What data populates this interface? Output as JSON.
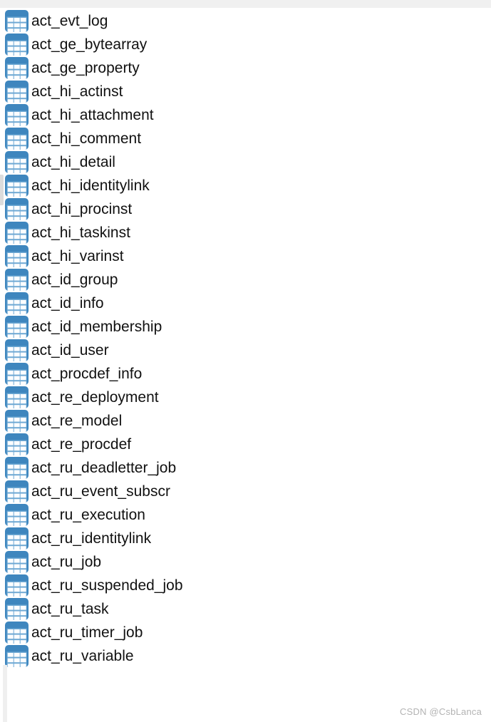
{
  "panel": {
    "top_edge_color": "#f0f0f0",
    "scrollbar_thumb_color": "#dcdcdc",
    "bottom_strip_color": "#efefef"
  },
  "table_list": {
    "icon_name": "table-icon",
    "icon_colors": {
      "frame_blue": "#3e86be",
      "gridline_blue": "#6fa9d4",
      "cell_white": "#fdfeff"
    },
    "items": [
      "act_evt_log",
      "act_ge_bytearray",
      "act_ge_property",
      "act_hi_actinst",
      "act_hi_attachment",
      "act_hi_comment",
      "act_hi_detail",
      "act_hi_identitylink",
      "act_hi_procinst",
      "act_hi_taskinst",
      "act_hi_varinst",
      "act_id_group",
      "act_id_info",
      "act_id_membership",
      "act_id_user",
      "act_procdef_info",
      "act_re_deployment",
      "act_re_model",
      "act_re_procdef",
      "act_ru_deadletter_job",
      "act_ru_event_subscr",
      "act_ru_execution",
      "act_ru_identitylink",
      "act_ru_job",
      "act_ru_suspended_job",
      "act_ru_task",
      "act_ru_timer_job",
      "act_ru_variable"
    ]
  },
  "watermark": {
    "text": "CSDN @CsbLanca"
  }
}
